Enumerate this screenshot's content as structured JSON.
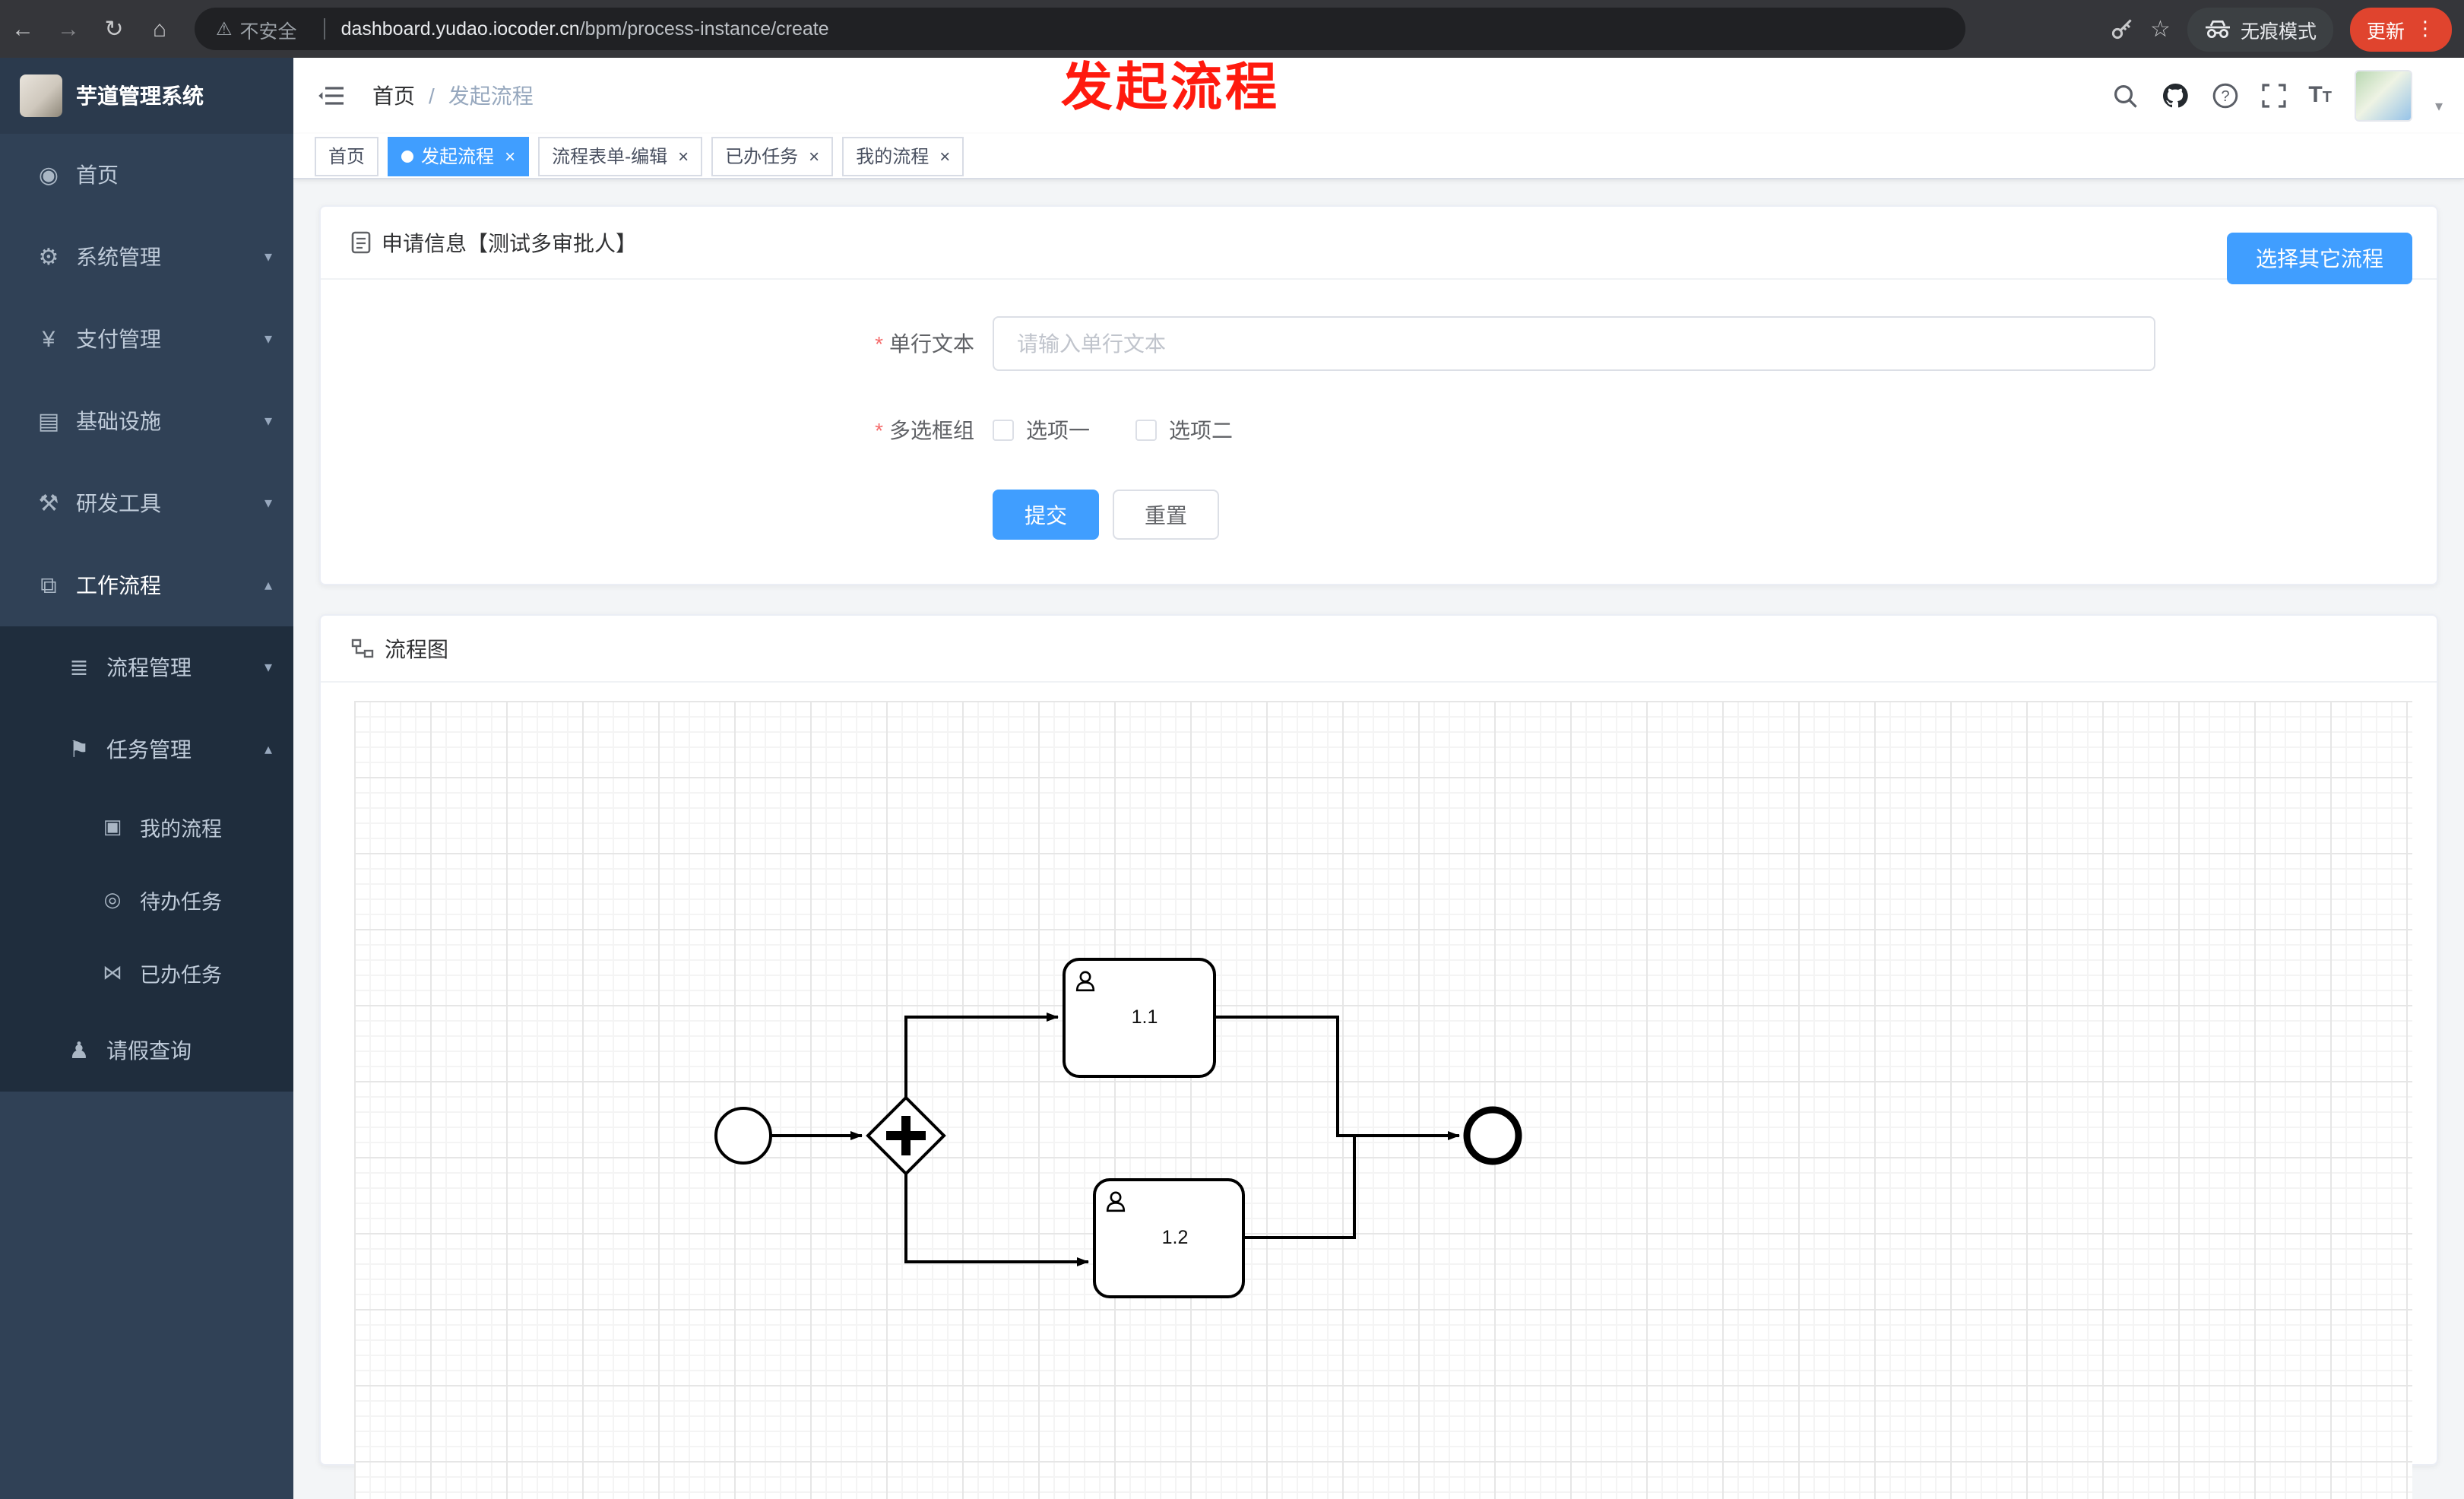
{
  "browser": {
    "security_label": "不安全",
    "url_domain": "dashboard.yudao.iocoder.cn",
    "url_path": "/bpm/process-instance/create",
    "incognito_label": "无痕模式",
    "update_label": "更新",
    "kebab_glyph": "⋮"
  },
  "annotation": {
    "text": "发起流程",
    "color": "#ff1a0e"
  },
  "app": {
    "title": "芋道管理系统"
  },
  "sidebar": {
    "items": [
      {
        "label": "首页",
        "expandable": false
      },
      {
        "label": "系统管理",
        "expandable": true,
        "expanded": false
      },
      {
        "label": "支付管理",
        "expandable": true,
        "expanded": false
      },
      {
        "label": "基础设施",
        "expandable": true,
        "expanded": false
      },
      {
        "label": "研发工具",
        "expandable": true,
        "expanded": false
      },
      {
        "label": "工作流程",
        "expandable": true,
        "expanded": true
      }
    ],
    "workflow_children": [
      {
        "label": "流程管理",
        "expandable": true,
        "expanded": false
      },
      {
        "label": "任务管理",
        "expandable": true,
        "expanded": true
      }
    ],
    "task_children": [
      {
        "label": "我的流程"
      },
      {
        "label": "待办任务"
      },
      {
        "label": "已办任务"
      }
    ],
    "leave_label": "请假查询"
  },
  "icons": {
    "back": "←",
    "forward": "→",
    "reload": "↻",
    "home": "⌂",
    "warning": "⚠",
    "star": "☆",
    "dashboard": "◉",
    "system": "⚙",
    "payment": "¥",
    "infra": "▤",
    "devtools": "⚒",
    "workflow": "⧉",
    "process_mgmt": "≣",
    "task_mgmt": "⚑",
    "my_process": "▣",
    "todo_task": "◎",
    "done_task": "⋈",
    "leave": "♟",
    "chevron_down": "▾",
    "chevron_up": "▴",
    "caret_down": "▾",
    "dot": "●",
    "close": "×",
    "tsize_big": "T",
    "tsize_small": "T"
  },
  "header": {
    "breadcrumb_home": "首页",
    "breadcrumb_sep": "/",
    "breadcrumb_current": "发起流程"
  },
  "tabs": [
    {
      "label": "首页",
      "active": false,
      "closable": false
    },
    {
      "label": "发起流程",
      "active": true,
      "closable": true
    },
    {
      "label": "流程表单-编辑",
      "active": false,
      "closable": true
    },
    {
      "label": "已办任务",
      "active": false,
      "closable": true
    },
    {
      "label": "我的流程",
      "active": false,
      "closable": true
    }
  ],
  "form_card": {
    "title": "申请信息【测试多审批人】",
    "select_other_label": "选择其它流程",
    "required_mark": "*",
    "text_field": {
      "label": "单行文本",
      "placeholder": "请输入单行文本",
      "value": ""
    },
    "checkbox_field": {
      "label": "多选框组",
      "options": [
        {
          "label": "选项一",
          "checked": false
        },
        {
          "label": "选项二",
          "checked": false
        }
      ]
    },
    "submit_label": "提交",
    "reset_label": "重置"
  },
  "diagram_card": {
    "title": "流程图",
    "chart_data": {
      "type": "bpmn-flow",
      "nodes": [
        {
          "id": "start",
          "type": "startEvent"
        },
        {
          "id": "gateway",
          "type": "parallelGateway"
        },
        {
          "id": "task1",
          "type": "userTask",
          "label": "1.1"
        },
        {
          "id": "task2",
          "type": "userTask",
          "label": "1.2"
        },
        {
          "id": "end",
          "type": "endEvent"
        }
      ],
      "flows": [
        [
          "start",
          "gateway"
        ],
        [
          "gateway",
          "task1"
        ],
        [
          "gateway",
          "task2"
        ],
        [
          "task1",
          "end"
        ],
        [
          "task2",
          "end"
        ]
      ]
    }
  },
  "colors": {
    "primary": "#409eff",
    "sidebar_bg": "#304156",
    "sidebar_submenu_bg": "#1f2d3d",
    "update_button": "#e0442e",
    "annotation_red": "#ff1a0e",
    "required_red": "#f56c6c"
  }
}
